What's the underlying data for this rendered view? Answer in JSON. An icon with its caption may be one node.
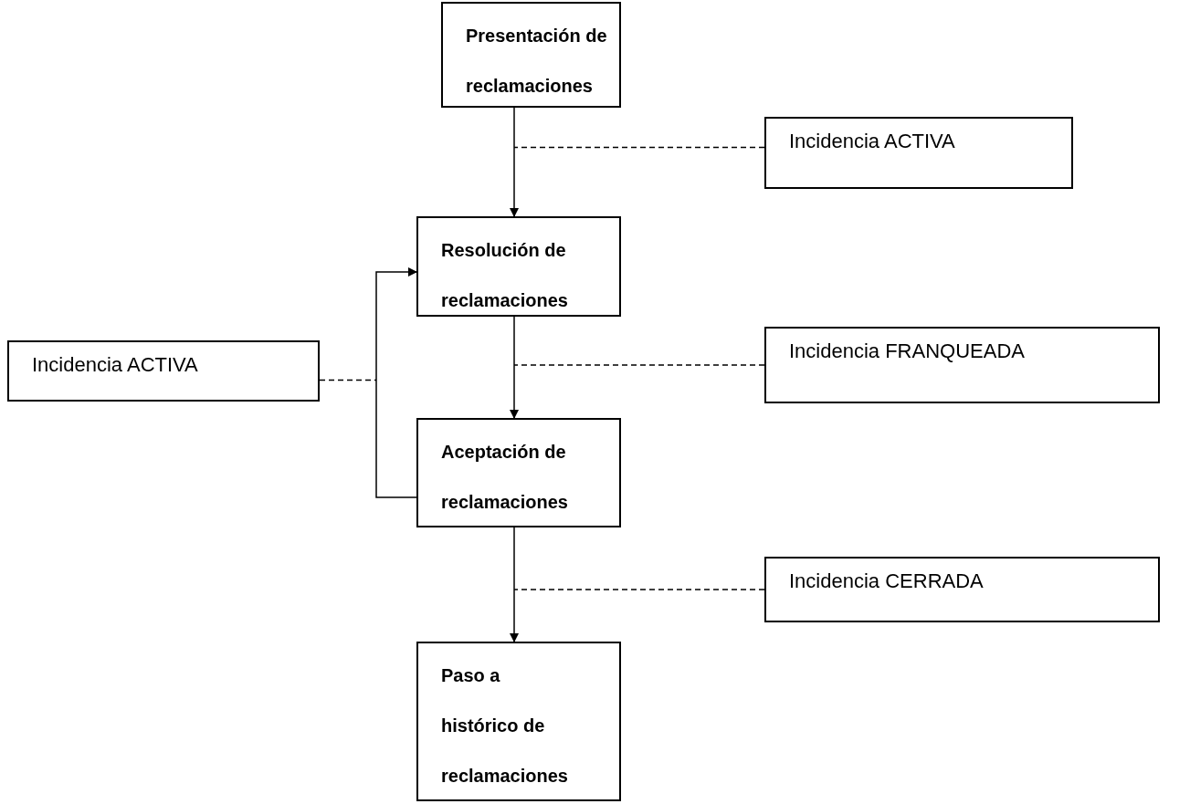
{
  "diagram": {
    "nodes": [
      {
        "text": [
          "Presentación de reclamaciones"
        ]
      },
      {
        "text": [
          "Incidencia ACTIVA"
        ]
      },
      {
        "text": [
          "Resolución de reclamaciones"
        ]
      },
      {
        "text": [
          "Incidencia ACTIVA"
        ]
      },
      {
        "text": [
          "Incidencia FRANQUEADA"
        ]
      },
      {
        "text": [
          "Aceptación de reclamaciones"
        ]
      },
      {
        "text": [
          "Incidencia CERRADA"
        ]
      },
      {
        "text": [
          "Paso a histórico de reclamaciones"
        ]
      }
    ],
    "edges": [
      {
        "from": 0,
        "to": 2,
        "arrow": "to"
      },
      {
        "from": 2,
        "to": 5,
        "arrow": "to"
      },
      {
        "from": 5,
        "to": 7,
        "arrow": "to"
      },
      {
        "from": 5,
        "to": 2,
        "arrow": "to"
      },
      {
        "from": 1,
        "to": null,
        "arrow": "none",
        "style": "dashed"
      },
      {
        "from": 3,
        "to": null,
        "arrow": "none",
        "style": "dashed"
      },
      {
        "from": 4,
        "to": null,
        "arrow": "none",
        "style": "dashed"
      },
      {
        "from": 6,
        "to": null,
        "arrow": "none",
        "style": "dashed"
      }
    ]
  }
}
